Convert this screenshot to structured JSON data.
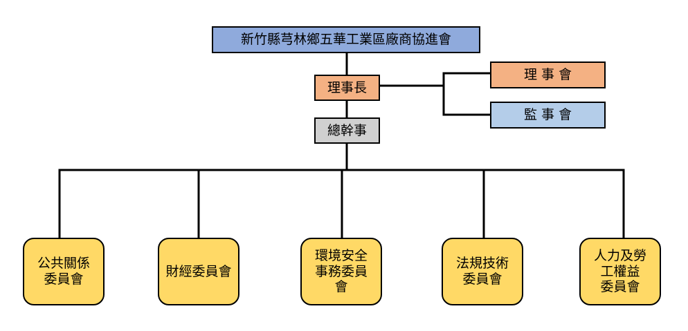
{
  "org_chart": {
    "root": "新竹縣芎林鄉五華工業區廠商協進會",
    "chair": "理事長",
    "board": "理 事 會",
    "supervisors": "監 事 會",
    "secretary_general": "總幹事",
    "committees": [
      "公共關係\n委員會",
      "財經委員會",
      "環境安全\n事務委員\n會",
      "法規技術\n委員會",
      "人力及勞\n工權益\n委員會"
    ]
  },
  "colors": {
    "root": "#8faadc",
    "chair": "#f4b183",
    "board": "#f4b183",
    "supervisors": "#b4cde9",
    "secretary_general": "#d0d0d0",
    "committee": "#ffd966",
    "line": "#000000"
  }
}
